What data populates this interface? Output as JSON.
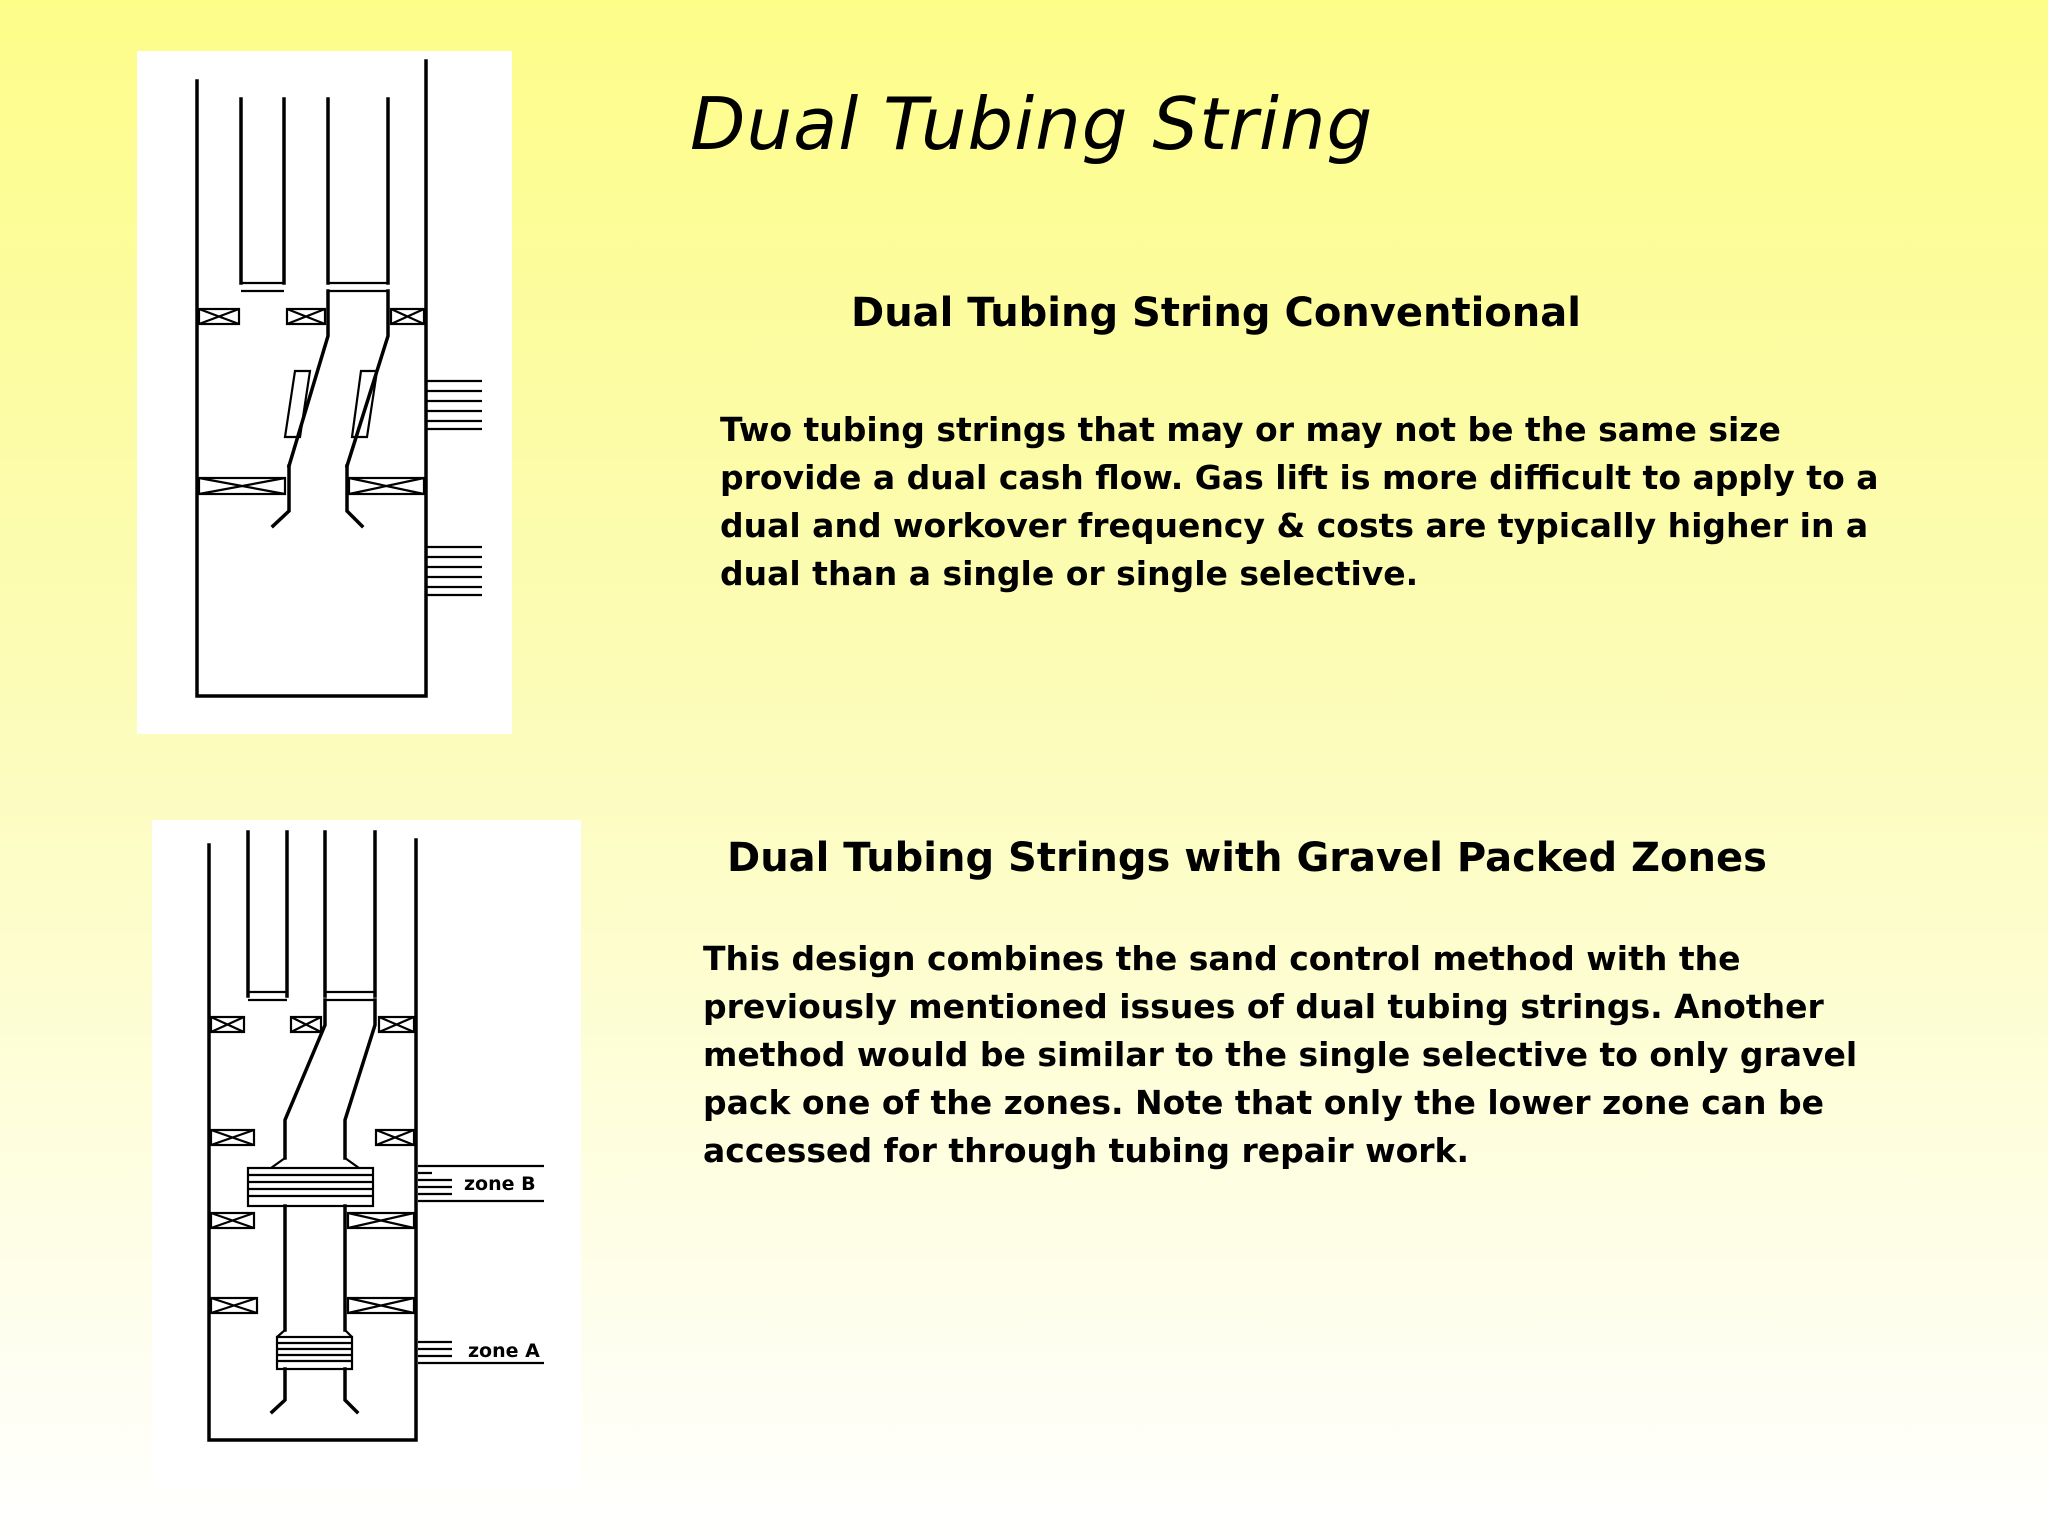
{
  "slide": {
    "title": "Dual Tubing String"
  },
  "sections": [
    {
      "heading": "Dual Tubing String Conventional",
      "body_lines": [
        "Two tubing strings that may or may not be the same size",
        "provide a dual cash flow.  Gas lift is more difficult to apply to a",
        "dual and workover frequency & costs are typically higher in a",
        "dual than a single or single selective."
      ]
    },
    {
      "heading": "Dual Tubing Strings with Gravel Packed Zones",
      "body_lines": [
        "This design combines the sand control method with the",
        "previously mentioned issues of dual tubing strings.  Another",
        "method would be similar to the single selective to only gravel",
        "pack one of the zones.  Note that only the lower zone can be",
        "accessed for through tubing repair work."
      ],
      "diagram_labels": {
        "zone_b": "zone B",
        "zone_a": "zone A"
      }
    }
  ],
  "colors": {
    "background_top": "#fdfd8a",
    "background_bottom": "#ffffff",
    "diagram_panel": "#ffffff",
    "ink": "#000000"
  }
}
